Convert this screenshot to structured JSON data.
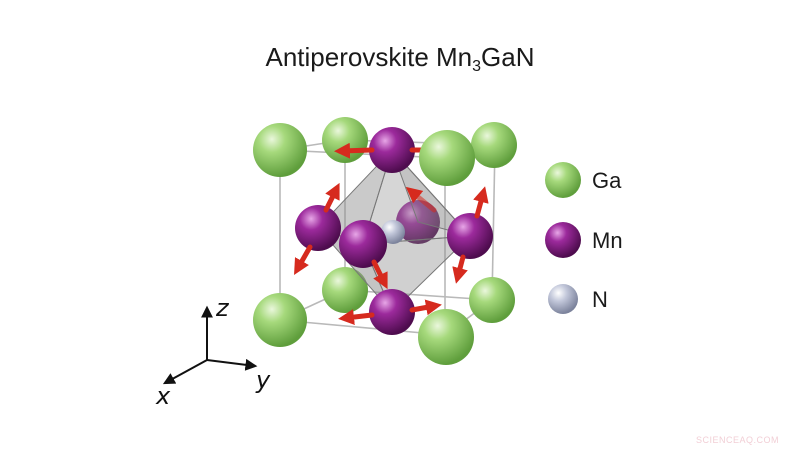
{
  "title": {
    "prefix": "Antiperovskite Mn",
    "subscript": "3",
    "suffix": "GaN"
  },
  "legend": [
    {
      "symbol": "Ga",
      "color": "#8cc866"
    },
    {
      "symbol": "Mn",
      "color": "#8a1a8a"
    },
    {
      "symbol": "N",
      "color": "#a9b0c8"
    }
  ],
  "axes": {
    "x": "x",
    "y": "y",
    "z": "z"
  },
  "colors": {
    "moment_arrow": "#d62a1e",
    "cell_edge": "#b9b9b9",
    "octahedron": "#8a8a8a"
  },
  "watermark": "SCIENCEAQ.COM"
}
